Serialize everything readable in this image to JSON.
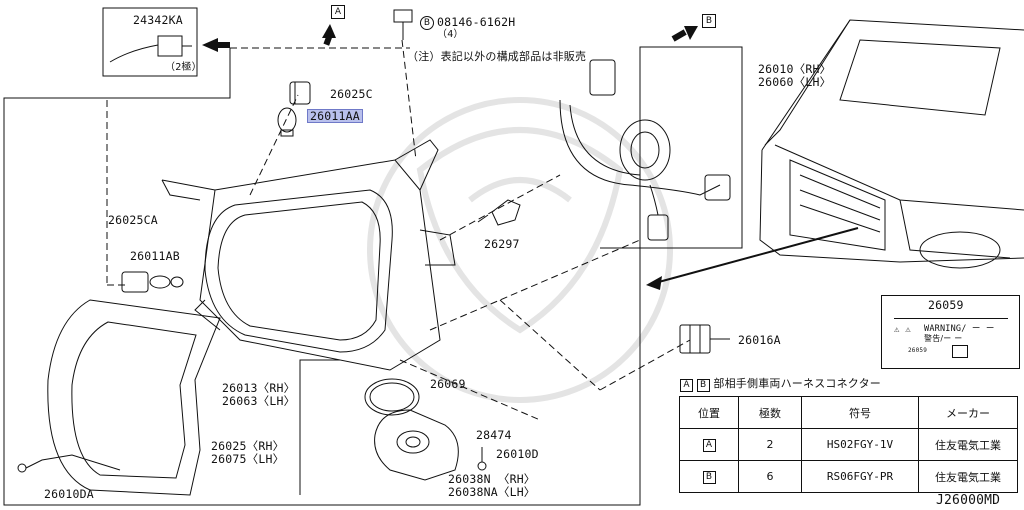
{
  "title_note": "（注）表記以外の構成部品は非販売",
  "diagram_id": "J26000MD",
  "part_labels": {
    "p24342KA": "24342KA",
    "p24342KA_sub": "（2極）",
    "p26025C": "26025C",
    "p26011AA": "26011AA",
    "p08146": "08146-6162H",
    "p08146_qty": "（4）",
    "p26010": "26010〈RH〉",
    "p26060": "26060〈LH〉",
    "p26025CA": "26025CA",
    "p26011AB": "26011AB",
    "p26297": "26297",
    "p26059": "26059",
    "p26016A": "26016A",
    "p26069": "26069",
    "p26013": "26013〈RH〉",
    "p26063": "26063〈LH〉",
    "p26025": "26025〈RH〉",
    "p26075": "26075〈LH〉",
    "p28474": "28474",
    "p26010D": "26010D",
    "p26038N": "26038N 〈RH〉",
    "p26038NA": "26038NA〈LH〉",
    "p26010DA": "26010DA"
  },
  "marker_letters": {
    "b_circle": "B",
    "a_box": "A",
    "b_box": "B"
  },
  "connector_heading": "部相手側車両ハーネスコネクター",
  "warning_label": {
    "line1": "WARNING/ ー ー",
    "line2": "警告/ー ー",
    "small": "26059"
  },
  "connector_table": {
    "headers": [
      "位置",
      "極数",
      "符号",
      "メーカー"
    ],
    "rows": [
      {
        "pos": "A",
        "poles": "2",
        "code": "HS02FGY-1V",
        "maker": "住友電気工業"
      },
      {
        "pos": "B",
        "poles": "6",
        "code": "RS06FGY-PR",
        "maker": "住友電気工業"
      }
    ]
  },
  "colors": {
    "highlight": "#b9c0ec",
    "line": "#111111"
  }
}
